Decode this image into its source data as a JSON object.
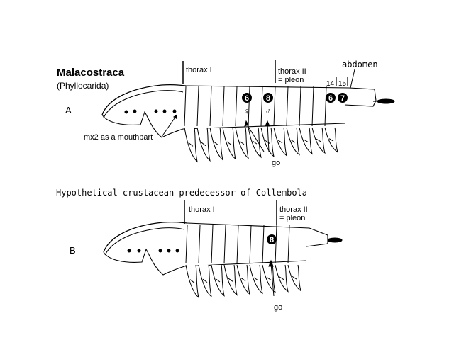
{
  "panel_a": {
    "title": "Malacostraca",
    "subtitle": "(Phyllocarida)",
    "letter": "A",
    "thorax1_label": "thorax I",
    "thorax2_line1": "thorax II",
    "thorax2_line2": "= pleon",
    "abdomen_label": "abdomen",
    "seg14": "14",
    "seg15": "15",
    "mx2_label": "mx2 as a mouthpart",
    "go_label": "go",
    "badge_6_mid": "6",
    "badge_8_mid": "8",
    "badge_6_end": "6",
    "badge_7_end": "7",
    "female_symbol": "♀",
    "male_symbol": "♂"
  },
  "panel_b": {
    "heading": "Hypothetical crustacean predecessor of Collembola",
    "letter": "B",
    "thorax1_label": "thorax I",
    "thorax2_line1": "thorax II",
    "thorax2_line2": "= pleon",
    "go_label": "go",
    "badge_8": "8"
  },
  "colors": {
    "ink": "#000000",
    "paper": "#ffffff"
  }
}
